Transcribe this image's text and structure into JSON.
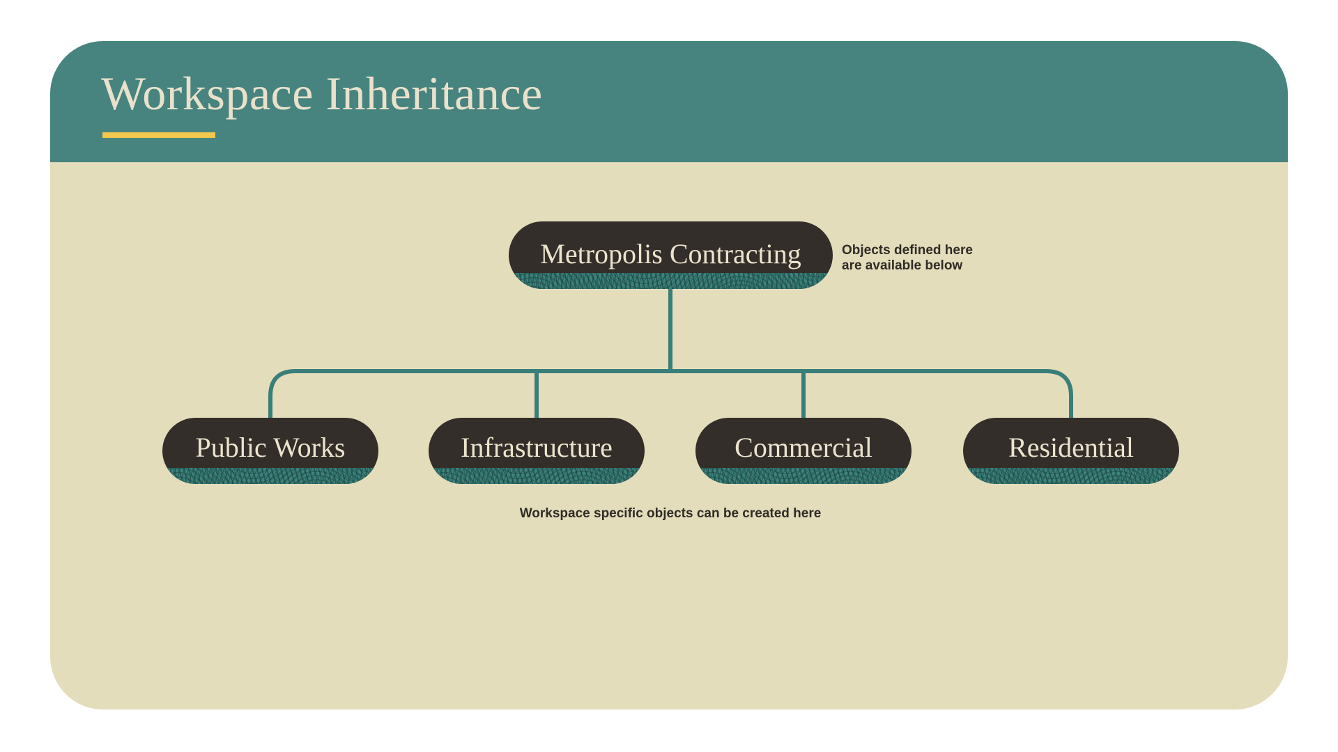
{
  "slide": {
    "title": "Workspace Inheritance"
  },
  "diagram": {
    "root": {
      "label": "Metropolis Contracting"
    },
    "children": [
      {
        "label": "Public Works"
      },
      {
        "label": "Infrastructure"
      },
      {
        "label": "Commercial"
      },
      {
        "label": "Residential"
      }
    ],
    "annotations": {
      "root_line1": "Objects defined here",
      "root_line2": "are available below",
      "children": "Workspace specific objects can be created here"
    }
  },
  "colors": {
    "page_background": "#FFFFFF",
    "header_teal": "#47847F",
    "body_beige": "#E4DDBC",
    "node_dark": "#332E2A",
    "node_text_cream": "#ECE3CD",
    "connector_teal": "#3A7E79",
    "grain_teal_base": "#3D827C",
    "grain_teal_line": "#2C6B66",
    "accent_yellow": "#F1C74E",
    "annotation_text": "#2F2C27",
    "title_cream": "#E9E1CB"
  }
}
